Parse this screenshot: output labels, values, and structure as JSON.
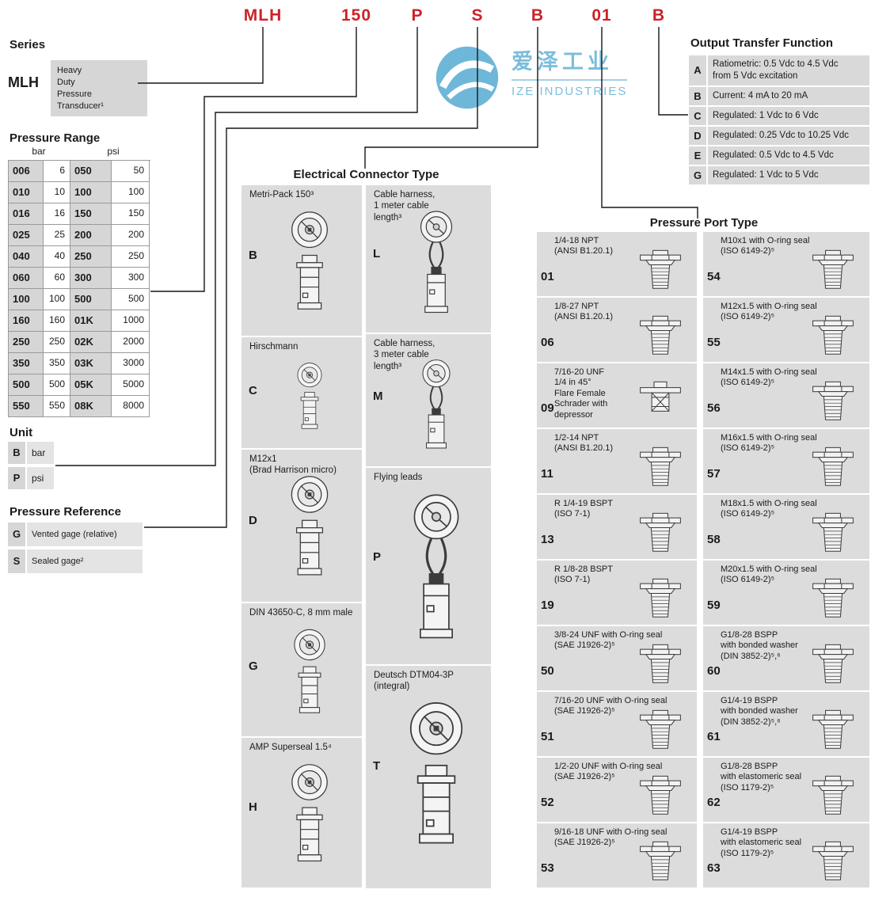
{
  "part_number": {
    "segments": [
      {
        "code": "MLH"
      },
      {
        "code": "150"
      },
      {
        "code": "P"
      },
      {
        "code": "S"
      },
      {
        "code": "B"
      },
      {
        "code": "01"
      },
      {
        "code": "B"
      }
    ]
  },
  "watermark": {
    "cn": "爱泽工业",
    "en": "IZE INDUSTRIES"
  },
  "series": {
    "title": "Series",
    "code": "MLH",
    "description": "Heavy\nDuty\nPressure\nTransducer¹"
  },
  "pressure_range": {
    "title": "Pressure Range",
    "col_headers": [
      "bar",
      "psi"
    ],
    "rows": [
      {
        "bar_code": "006",
        "bar_val": "6",
        "psi_code": "050",
        "psi_val": "50"
      },
      {
        "bar_code": "010",
        "bar_val": "10",
        "psi_code": "100",
        "psi_val": "100"
      },
      {
        "bar_code": "016",
        "bar_val": "16",
        "psi_code": "150",
        "psi_val": "150"
      },
      {
        "bar_code": "025",
        "bar_val": "25",
        "psi_code": "200",
        "psi_val": "200"
      },
      {
        "bar_code": "040",
        "bar_val": "40",
        "psi_code": "250",
        "psi_val": "250"
      },
      {
        "bar_code": "060",
        "bar_val": "60",
        "psi_code": "300",
        "psi_val": "300"
      },
      {
        "bar_code": "100",
        "bar_val": "100",
        "psi_code": "500",
        "psi_val": "500"
      },
      {
        "bar_code": "160",
        "bar_val": "160",
        "psi_code": "01K",
        "psi_val": "1000"
      },
      {
        "bar_code": "250",
        "bar_val": "250",
        "psi_code": "02K",
        "psi_val": "2000"
      },
      {
        "bar_code": "350",
        "bar_val": "350",
        "psi_code": "03K",
        "psi_val": "3000"
      },
      {
        "bar_code": "500",
        "bar_val": "500",
        "psi_code": "05K",
        "psi_val": "5000"
      },
      {
        "bar_code": "550",
        "bar_val": "550",
        "psi_code": "08K",
        "psi_val": "8000"
      }
    ]
  },
  "unit": {
    "title": "Unit",
    "rows": [
      {
        "code": "B",
        "label": "bar"
      },
      {
        "code": "P",
        "label": "psi"
      }
    ]
  },
  "pressure_reference": {
    "title": "Pressure Reference",
    "rows": [
      {
        "code": "G",
        "label": "Vented gage (relative)"
      },
      {
        "code": "S",
        "label": "Sealed gage²"
      }
    ]
  },
  "electrical_connector": {
    "title": "Electrical Connector Type",
    "left_items": [
      {
        "code": "B",
        "label": "Metri-Pack 150³",
        "icon": "#sym-connector"
      },
      {
        "code": "C",
        "label": "Hirschmann",
        "icon": "#sym-connector"
      },
      {
        "code": "D",
        "label": "M12x1\n(Brad Harrison micro)",
        "icon": "#sym-connector"
      },
      {
        "code": "G",
        "label": "DIN 43650-C, 8 mm male",
        "icon": "#sym-connector"
      },
      {
        "code": "H",
        "label": "AMP Superseal 1.5⁴",
        "icon": "#sym-connector"
      }
    ],
    "right_items": [
      {
        "code": "L",
        "label": "Cable harness,\n1 meter cable\nlength³",
        "icon": "#sym-cable"
      },
      {
        "code": "M",
        "label": "Cable harness,\n3 meter cable\nlength³",
        "icon": "#sym-cable"
      },
      {
        "code": "P",
        "label": "Flying leads",
        "icon": "#sym-cable"
      },
      {
        "code": "T",
        "label": "Deutsch DTM04-3P\n(integral)",
        "icon": "#sym-connector"
      }
    ]
  },
  "output_transfer": {
    "title": "Output Transfer Function",
    "rows": [
      {
        "code": "A",
        "label": "Ratiometric: 0.5 Vdc to 4.5 Vdc\nfrom 5 Vdc excitation"
      },
      {
        "code": "B",
        "label": "Current: 4 mA to 20 mA"
      },
      {
        "code": "C",
        "label": "Regulated: 1 Vdc to 6 Vdc"
      },
      {
        "code": "D",
        "label": "Regulated: 0.25 Vdc to 10.25 Vdc"
      },
      {
        "code": "E",
        "label": "Regulated: 0.5 Vdc to 4.5 Vdc"
      },
      {
        "code": "G",
        "label": "Regulated: 1 Vdc to 5 Vdc"
      }
    ]
  },
  "pressure_port": {
    "title": "Pressure Port Type",
    "left_items": [
      {
        "code": "01",
        "label": "1/4-18 NPT\n(ANSI B1.20.1)",
        "icon": "#sym-bolt"
      },
      {
        "code": "06",
        "label": "1/8-27 NPT\n(ANSI B1.20.1)",
        "icon": "#sym-bolt"
      },
      {
        "code": "09",
        "label": "7/16-20 UNF\n1/4 in 45°\nFlare Female\nSchrader with\ndepressor",
        "icon": "#sym-schrader"
      },
      {
        "code": "11",
        "label": "1/2-14 NPT\n(ANSI B1.20.1)",
        "icon": "#sym-bolt"
      },
      {
        "code": "13",
        "label": "R 1/4-19 BSPT\n(ISO 7-1)",
        "icon": "#sym-bolt"
      },
      {
        "code": "19",
        "label": "R 1/8-28 BSPT\n(ISO 7-1)",
        "icon": "#sym-bolt"
      },
      {
        "code": "50",
        "label": "3/8-24 UNF with O-ring seal\n(SAE J1926-2)⁵",
        "icon": "#sym-bolt"
      },
      {
        "code": "51",
        "label": "7/16-20 UNF with O-ring seal\n(SAE J1926-2)⁵",
        "icon": "#sym-bolt"
      },
      {
        "code": "52",
        "label": "1/2-20 UNF with O-ring seal\n(SAE J1926-2)⁵",
        "icon": "#sym-bolt"
      },
      {
        "code": "53",
        "label": "9/16-18 UNF with O-ring seal\n(SAE J1926-2)⁵",
        "icon": "#sym-bolt"
      }
    ],
    "right_items": [
      {
        "code": "54",
        "label": "M10x1 with O-ring seal\n(ISO 6149-2)⁵",
        "icon": "#sym-bolt"
      },
      {
        "code": "55",
        "label": "M12x1.5 with O-ring seal\n(ISO 6149-2)⁵",
        "icon": "#sym-bolt"
      },
      {
        "code": "56",
        "label": "M14x1.5 with O-ring seal\n(ISO 6149-2)⁵",
        "icon": "#sym-bolt"
      },
      {
        "code": "57",
        "label": "M16x1.5 with O-ring seal\n(ISO 6149-2)⁵",
        "icon": "#sym-bolt"
      },
      {
        "code": "58",
        "label": "M18x1.5 with O-ring seal\n(ISO 6149-2)⁵",
        "icon": "#sym-bolt"
      },
      {
        "code": "59",
        "label": "M20x1.5 with O-ring seal\n(ISO 6149-2)⁵",
        "icon": "#sym-bolt"
      },
      {
        "code": "60",
        "label": "G1/8-28 BSPP\nwith bonded washer\n(DIN 3852-2)⁵,⁶",
        "icon": "#sym-bolt"
      },
      {
        "code": "61",
        "label": "G1/4-19 BSPP\nwith bonded washer\n(DIN 3852-2)⁵,⁶",
        "icon": "#sym-bolt"
      },
      {
        "code": "62",
        "label": "G1/8-28 BSPP\nwith elastomeric seal\n(ISO 1179-2)⁵",
        "icon": "#sym-bolt"
      },
      {
        "code": "63",
        "label": "G1/4-19 BSPP\nwith elastomeric seal\n(ISO 1179-2)⁵",
        "icon": "#sym-bolt"
      }
    ]
  },
  "colors": {
    "accent_red": "#cc2229",
    "watermark_blue": "#5cadd4",
    "panel_gray": "#dcdcdc",
    "line_black": "#161616"
  }
}
